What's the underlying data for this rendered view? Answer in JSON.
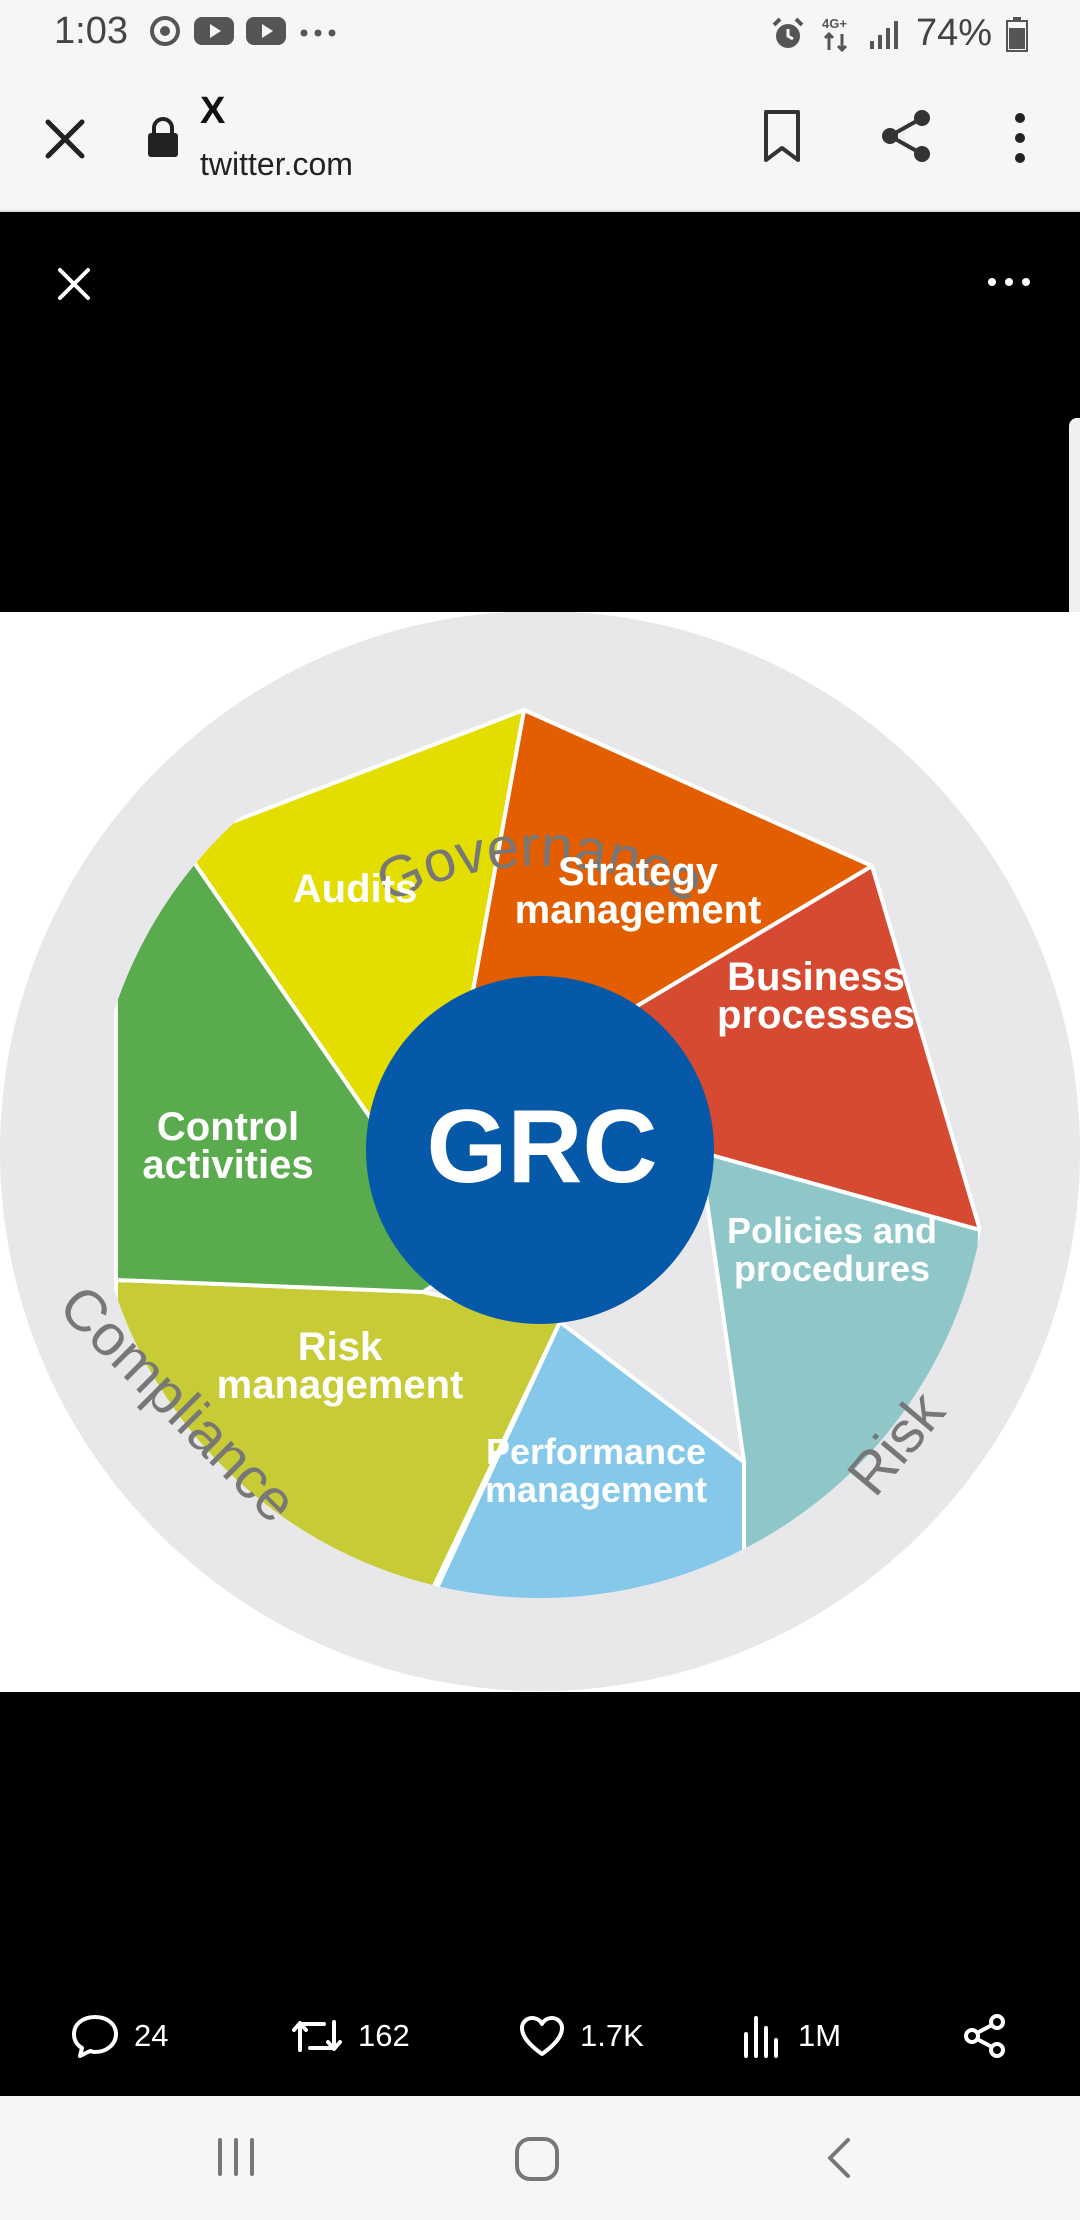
{
  "status_bar": {
    "time": "1:03",
    "left_icons": [
      "sync-icon",
      "youtube-icon",
      "youtube-icon",
      "more-notifications-icon"
    ],
    "network": "4G+",
    "battery": "74%"
  },
  "browser": {
    "title": "X",
    "url": "twitter.com"
  },
  "image": {
    "center_label": "GRC",
    "ring_labels": [
      "Governance",
      "Risk",
      "Compliance"
    ],
    "segments": [
      {
        "lines": [
          "Strategy",
          "management"
        ],
        "color": "#e35e00"
      },
      {
        "lines": [
          "Business",
          "processes"
        ],
        "color": "#d64a32"
      },
      {
        "lines": [
          "Policies and",
          "procedures"
        ],
        "color": "#8fc7c9"
      },
      {
        "lines": [
          "Performance",
          "management"
        ],
        "color": "#85c8e9"
      },
      {
        "lines": [
          "Risk",
          "management"
        ],
        "color": "#c6cb36"
      },
      {
        "lines": [
          "Control",
          "activities"
        ],
        "color": "#5aab4d"
      },
      {
        "lines": [
          "Audits"
        ],
        "color": "#e3de00"
      }
    ],
    "center_color": "#0559a8",
    "ring_color": "#e8e8ea"
  },
  "actions": {
    "replies": "24",
    "retweets": "162",
    "likes": "1.7K",
    "views": "1M"
  }
}
